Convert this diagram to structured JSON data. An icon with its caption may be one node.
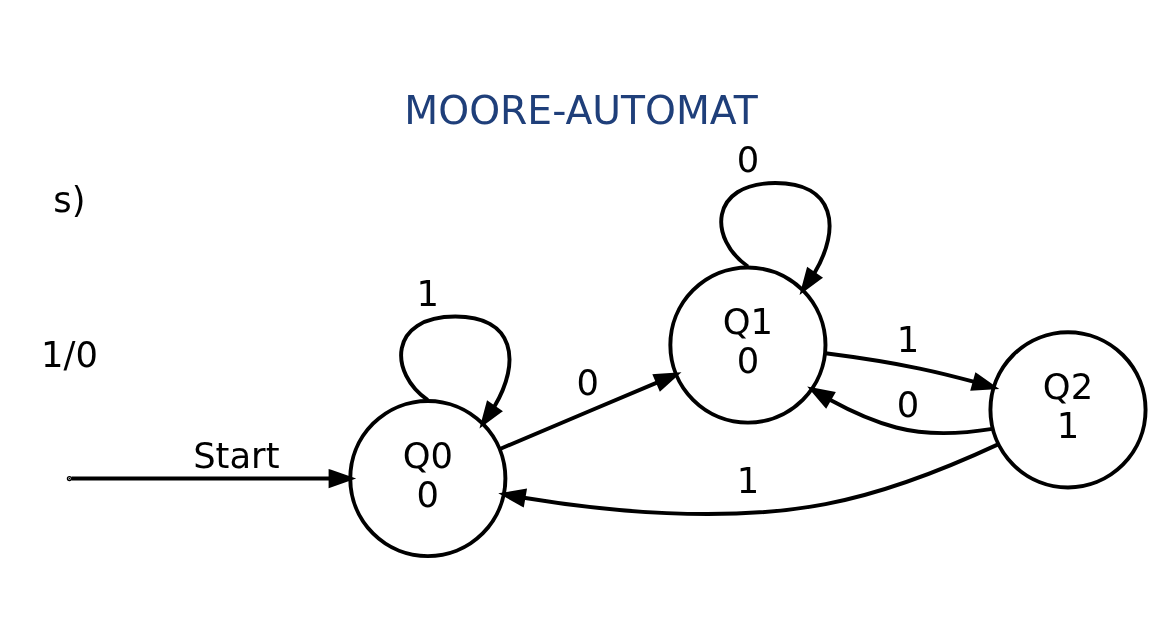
{
  "diagram": {
    "title": "MOORE-AUTOMAT",
    "nodes": [
      {
        "text": [
          "Q0",
          "0"
        ]
      },
      {
        "text": [
          "Q1",
          "0"
        ]
      },
      {
        "text": [
          "Q2",
          "1"
        ]
      }
    ],
    "edges": [
      {
        "from": null,
        "to": 0,
        "arrow": "to",
        "label": "Start"
      },
      {
        "from": 0,
        "to": 0,
        "arrow": "to",
        "label": "1"
      },
      {
        "from": 0,
        "to": 1,
        "arrow": "to",
        "label": "0"
      },
      {
        "from": 1,
        "to": 1,
        "arrow": "to",
        "label": "0"
      },
      {
        "from": 1,
        "to": 2,
        "arrow": "to",
        "label": "1"
      },
      {
        "from": 2,
        "to": 1,
        "arrow": "to",
        "label": "0"
      },
      {
        "from": 2,
        "to": 0,
        "arrow": "to",
        "label": "1"
      }
    ],
    "labels": [
      "1/0",
      "s)"
    ]
  }
}
